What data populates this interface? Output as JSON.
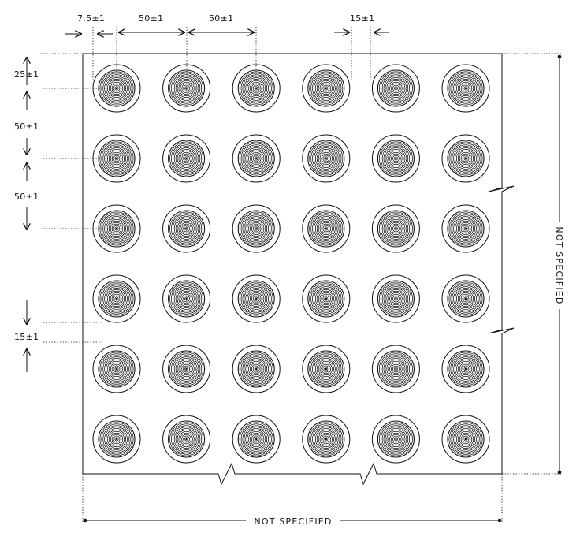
{
  "dimensions": {
    "edge_offset": "7.5±1",
    "spacing_1": "50±1",
    "spacing_2": "50±1",
    "top_diameter": "15±1",
    "row_edge_offset": "25±1",
    "row_spacing_1": "50±1",
    "row_spacing_2": "50±1",
    "base_diameter": "15±1"
  },
  "labels": {
    "width": "NOT SPECIFIED",
    "height": "NOT SPECIFIED"
  },
  "grid": {
    "rows": 6,
    "columns": 6
  },
  "colors": {
    "line": "#111111",
    "background": "#ffffff"
  }
}
